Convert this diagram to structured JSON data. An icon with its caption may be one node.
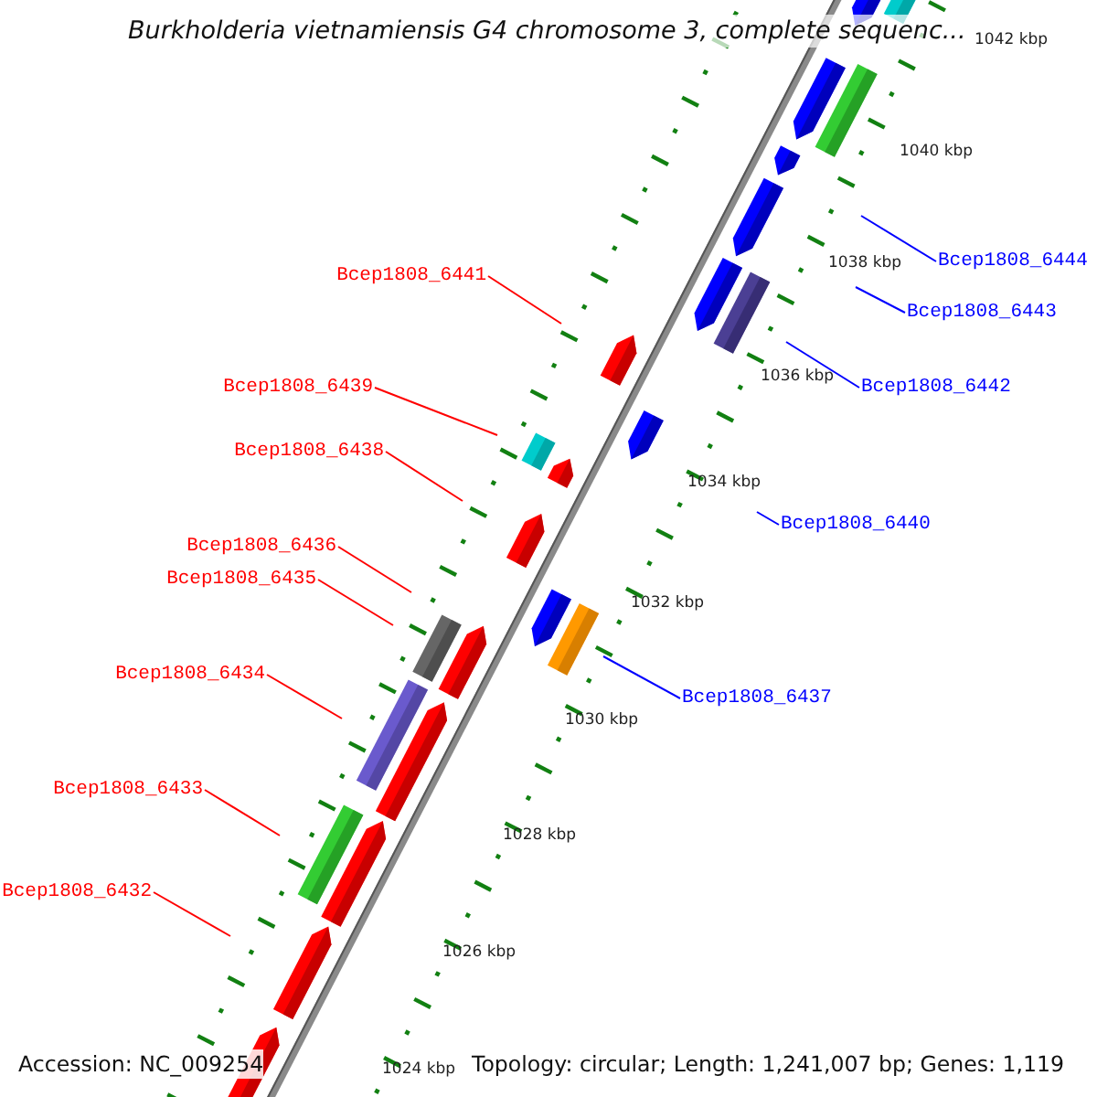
{
  "diagram": {
    "title": "Burkholderia vietnamiensis G4 chromosome 3, complete sequenc...",
    "nodes": [
      {
        "text": [
          "Bcep1808_6444"
        ]
      },
      {
        "text": [
          "Bcep1808_6441"
        ]
      },
      {
        "text": [
          "Bcep1808_6443"
        ]
      },
      {
        "text": [
          "Bcep1808_6442"
        ]
      },
      {
        "text": [
          "Bcep1808_6439"
        ]
      },
      {
        "text": [
          "Bcep1808_6438"
        ]
      },
      {
        "text": [
          "Bcep1808_6440"
        ]
      },
      {
        "text": [
          "Bcep1808_6436"
        ]
      },
      {
        "text": [
          "Bcep1808_6435"
        ]
      },
      {
        "text": [
          "Bcep1808_6434"
        ]
      },
      {
        "text": [
          "Bcep1808_6437"
        ]
      },
      {
        "text": [
          "Bcep1808_6433"
        ]
      },
      {
        "text": [
          "Bcep1808_6432"
        ]
      }
    ],
    "edges": [
      {
        "from": 0,
        "to": null,
        "arrow": "none",
        "color": "#0000ff"
      },
      {
        "from": 1,
        "to": null,
        "arrow": "none"
      },
      {
        "from": 2,
        "to": null,
        "arrow": "none",
        "color": "#0000ff"
      },
      {
        "from": 3,
        "to": null,
        "arrow": "none",
        "color": "#0000ff"
      },
      {
        "from": 4,
        "to": null,
        "arrow": "none"
      },
      {
        "from": 5,
        "to": null,
        "arrow": "none"
      },
      {
        "from": 6,
        "to": null,
        "arrow": "none",
        "color": "#0000ff"
      },
      {
        "from": 7,
        "to": null,
        "arrow": "none"
      },
      {
        "from": 8,
        "to": null,
        "arrow": "none"
      },
      {
        "from": 9,
        "to": null,
        "arrow": "none"
      },
      {
        "from": 10,
        "to": null,
        "arrow": "none",
        "color": "#0000ff"
      },
      {
        "from": 11,
        "to": null,
        "arrow": "none"
      },
      {
        "from": 12,
        "to": null,
        "arrow": "none"
      }
    ],
    "labels": [
      "1042 kbp",
      "1040 kbp",
      "1038 kbp",
      "1036 kbp",
      "1034 kbp",
      "1032 kbp",
      "1030 kbp",
      "1028 kbp",
      "1026 kbp",
      "1024 kbp",
      "Accession: NC_009254",
      "Topology: circular; Length: 1,241,007 bp; Genes: 1,119"
    ]
  }
}
